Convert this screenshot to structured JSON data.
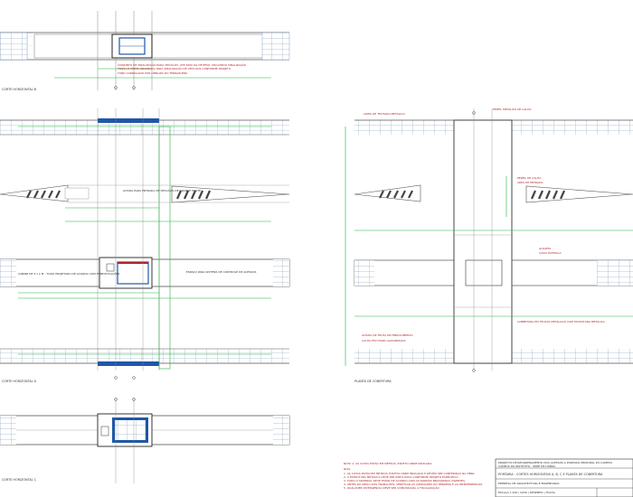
{
  "sections": {
    "corte_b": "CORTE HORIZONTAL B",
    "corte_a": "CORTE HORIZONTAL A",
    "corte_c": "CORTE HORIZONTAL C",
    "planta": "PLANTA DE COBERTURA"
  },
  "top_notes": [
    "CONJUNTO DE SINALIZAÇÃO PARA VEÍCULOS, ATÉ 3000 KG DE PESO, INCLUINDO SINALIZAÇÃO",
    "TRIPLA E PORTA GRADEADA PARA SINALIZAÇÃO DE VEÍCULOS CONFORME PROJETO",
    "TUBO CORRUGADO POR DEBAIXO DO TERRAPLENO"
  ],
  "callouts": {
    "left_right": "ALTURA PARA ENTRADA DE VEÍCULOS DE GRANDE PORTE",
    "left_box": "CABINE DE 3 x 2 M - TODO PROJETADO DE ACORDO COM ESPECIFICAÇÕES",
    "left_box_right": "ESPAÇO PARA SISTEMA DE CONTROLE DE ACESSOS",
    "right_top": "LINHA DE TELHADO METÁLICO",
    "right_top2": "PERFIL METÁLICO DE CALHA",
    "right_mid1": "PERFIL DE CALHA",
    "right_mid2": "ÁREA DE ENTRADA",
    "right_mid3": "GUARITA",
    "right_box": "CAIXA ELÉTRICA",
    "right_low": "COBERTURA EM TELHAS METÁLICAS COM ESTRUTURA METÁLICA",
    "right_bl1": "ALTURA DE TELHA EM FIBROCIMENTO",
    "right_bl2": "CALHA EM CHAPA GALVANIZADA"
  },
  "notes": {
    "title": "NOTA 1: AS COTAS ESTÃO EM METROS, EXCETO ONDE INDICADO",
    "heading": "Nota:",
    "body": [
      "1. AS COTAS ESTÃO EM METROS, EXCETO ONDE INDICADO E DEVEM SER CONFERIDAS NA OBRA",
      "2. A ESTRUTURA METÁLICA DEVE SER EXECUTADA CONFORME PROJETO ESPECÍFICO",
      "3. TODO O MATERIAL DEVE ESTAR DE ACORDO COM AS NORMAS BRASILEIRAS VIGENTES",
      "4. ANTES DO INÍCIO DOS TRABALHOS, VERIFICAR AS CONDIÇÕES DO TERRENO E AS INTERFERÊNCIAS",
      "5. QUALQUER DIVERGÊNCIA DEVE SER COMUNICADA À FISCALIZAÇÃO"
    ]
  },
  "title_block": {
    "project": "PROJECTO DE REORDENAMENTO DOS ACESSOS À PORTARIA PRINCIPAL DO CAMPUS",
    "sub": "CAMPUS DO INSTITUTO - SEDE DE LISBOA",
    "drawing": "PORTARIA - CORTES HORIZONTAIS A, B, C E PLANTA DE COBERTURA",
    "company": "EMPRESA DE ARQUITECTURA E ENGENHARIA",
    "info": "ESCALA 1:100  |  DATA  |  DESENHO  |  FOLHA"
  },
  "colors": {
    "line": "#555555",
    "grid": "#5f7fa0",
    "green": "#23b340",
    "red": "#b3242b",
    "blue": "#1f57a8"
  }
}
